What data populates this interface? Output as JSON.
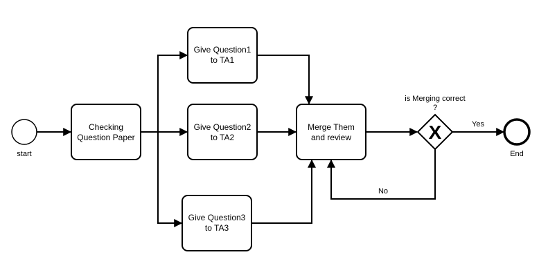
{
  "diagram": {
    "start": {
      "label": "start"
    },
    "end": {
      "label": "End"
    },
    "tasks": {
      "checking": {
        "line1": "Checking",
        "line2": "Question Paper"
      },
      "q1": {
        "line1": "Give Question1",
        "line2": "to TA1"
      },
      "q2": {
        "line1": "Give Question2",
        "line2": "to TA2"
      },
      "q3": {
        "line1": "Give Question3",
        "line2": "to TA3"
      },
      "merge": {
        "line1": "Merge Them",
        "line2": "and review"
      }
    },
    "gateway": {
      "question_line1": "is Merging correct",
      "question_line2": "?",
      "symbol": "X"
    },
    "edges": {
      "yes": "Yes",
      "no": "No"
    }
  }
}
